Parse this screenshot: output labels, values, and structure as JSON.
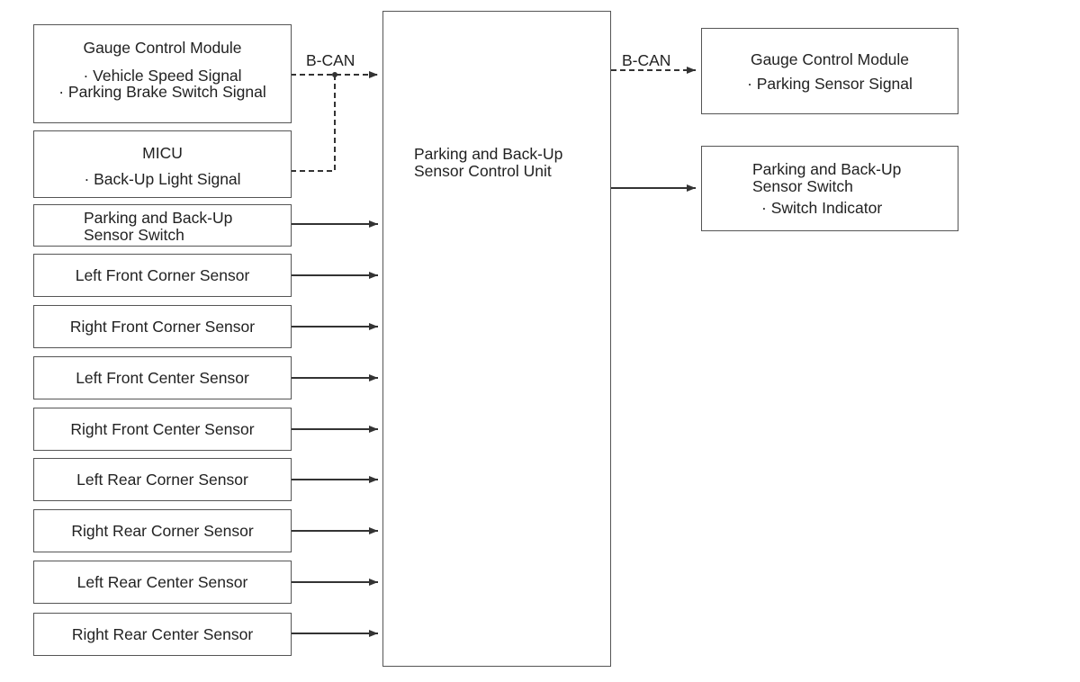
{
  "left_inputs": {
    "gauge_control_module": {
      "title": "Gauge Control Module",
      "signals": [
        "· Vehicle Speed Signal",
        "· Parking Brake Switch Signal"
      ]
    },
    "micu": {
      "title": "MICU",
      "signals": [
        "· Back-Up Light Signal"
      ]
    },
    "parking_switch": {
      "lines": [
        "Parking and Back-Up",
        "Sensor Switch"
      ]
    },
    "sensors": [
      "Left Front Corner Sensor",
      "Right Front Corner Sensor",
      "Left Front Center Sensor",
      "Right Front Center Sensor",
      "Left Rear Corner Sensor",
      "Right Rear Corner Sensor",
      "Left Rear Center Sensor",
      "Right Rear Center Sensor"
    ]
  },
  "control_unit": {
    "lines": [
      "Parking and Back-Up",
      "Sensor Control Unit"
    ]
  },
  "right_outputs": {
    "gauge_control_module": {
      "title": "Gauge Control Module",
      "signals": [
        "· Parking Sensor Signal"
      ]
    },
    "parking_switch": {
      "lines": [
        "Parking and Back-Up",
        "Sensor Switch"
      ],
      "signals": [
        "· Switch Indicator"
      ]
    }
  },
  "connections": {
    "can_bus_label": "B-CAN"
  },
  "colors": {
    "line": "#333333",
    "box_border": "#555555",
    "text": "#222222"
  }
}
